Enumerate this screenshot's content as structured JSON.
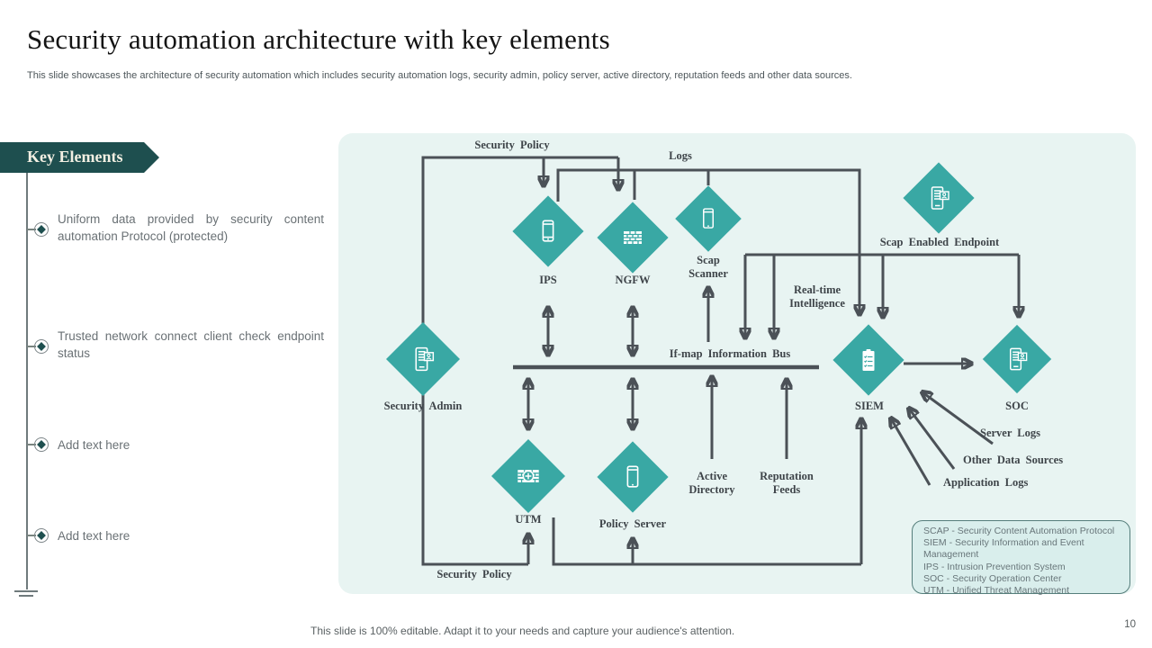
{
  "slide": {
    "title": "Security automation architecture with key elements",
    "subtitle": "This slide showcases the architecture of security automation which includes security automation logs, security admin, policy server, active directory, reputation feeds and other data sources.",
    "footer": "This slide is 100% editable. Adapt it to your needs and capture your audience's attention.",
    "page_number": "10"
  },
  "key_elements": {
    "heading": "Key Elements",
    "items": [
      {
        "label": "Uniform data provided by security content automation Protocol (protected)"
      },
      {
        "label": "Trusted network connect client check endpoint status"
      },
      {
        "label": "Add text here"
      },
      {
        "label": "Add text here"
      }
    ]
  },
  "diagram": {
    "nodes": {
      "ips": {
        "label": "IPS",
        "icon": "smartphone-icon"
      },
      "ngfw": {
        "label": "NGFW",
        "icon": "firewall-bricks-icon"
      },
      "scap_scanner": {
        "label": "Scap Scanner",
        "icon": "smartphone-icon"
      },
      "scap_endpoint": {
        "label": "Scap Enabled Endpoint",
        "icon": "device-user-icon"
      },
      "security_admin": {
        "label": "Security Admin",
        "icon": "device-user-icon"
      },
      "siem": {
        "label": "SIEM",
        "icon": "clipboard-checklist-icon"
      },
      "soc": {
        "label": "SOC",
        "icon": "device-user-icon"
      },
      "utm": {
        "label": "UTM",
        "icon": "firewall-gear-icon"
      },
      "policy_server": {
        "label": "Policy Server",
        "icon": "smartphone-icon"
      }
    },
    "edge_labels": {
      "security_policy_top": "Security Policy",
      "logs": "Logs",
      "realtime": "Real-time Intelligence",
      "bus": "If-map Information Bus",
      "active_directory": "Active Directory",
      "reputation_feeds": "Reputation Feeds",
      "server_logs": "Server Logs",
      "other_data_sources": "Other Data Sources",
      "application_logs": "Application Logs",
      "security_policy_bottom": "Security Policy"
    },
    "legend": {
      "lines": [
        "SCAP - Security Content Automation Protocol",
        "SIEM  - Security Information and Event Management",
        "IPS  - Intrusion Prevention System",
        "SOC  - Security Operation Center",
        "UTM  - Unified Threat Management"
      ]
    },
    "colors": {
      "node_teal": "#39A8A4",
      "line_gray": "#4B5157",
      "panel_bg": "#E8F4F2",
      "banner": "#1E4F4F"
    }
  }
}
